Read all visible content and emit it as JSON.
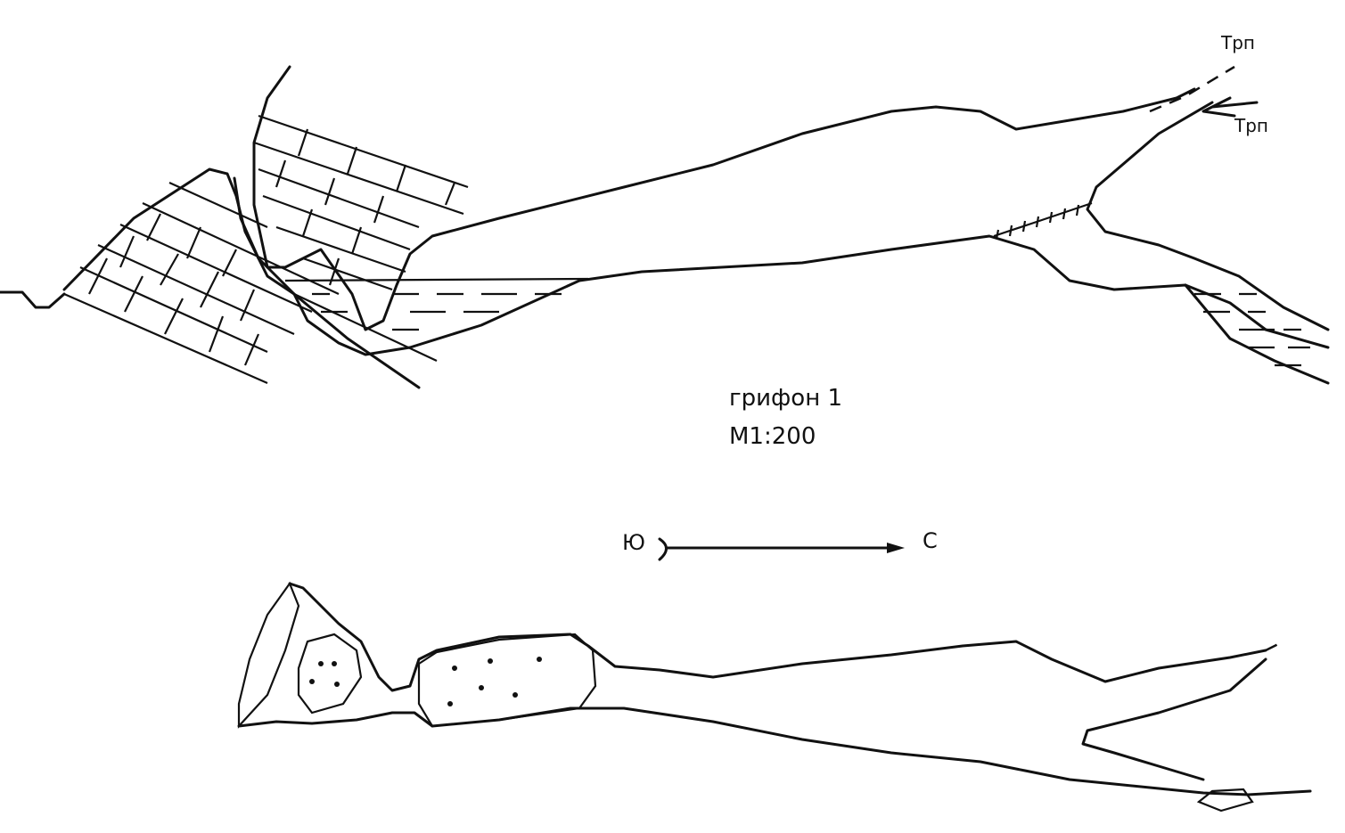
{
  "labels": {
    "upper_passage_top": "Трп",
    "upper_passage_bottom": "Трп",
    "title": "грифон 1",
    "scale": "М1:200",
    "south": "Ю",
    "north": "С"
  }
}
